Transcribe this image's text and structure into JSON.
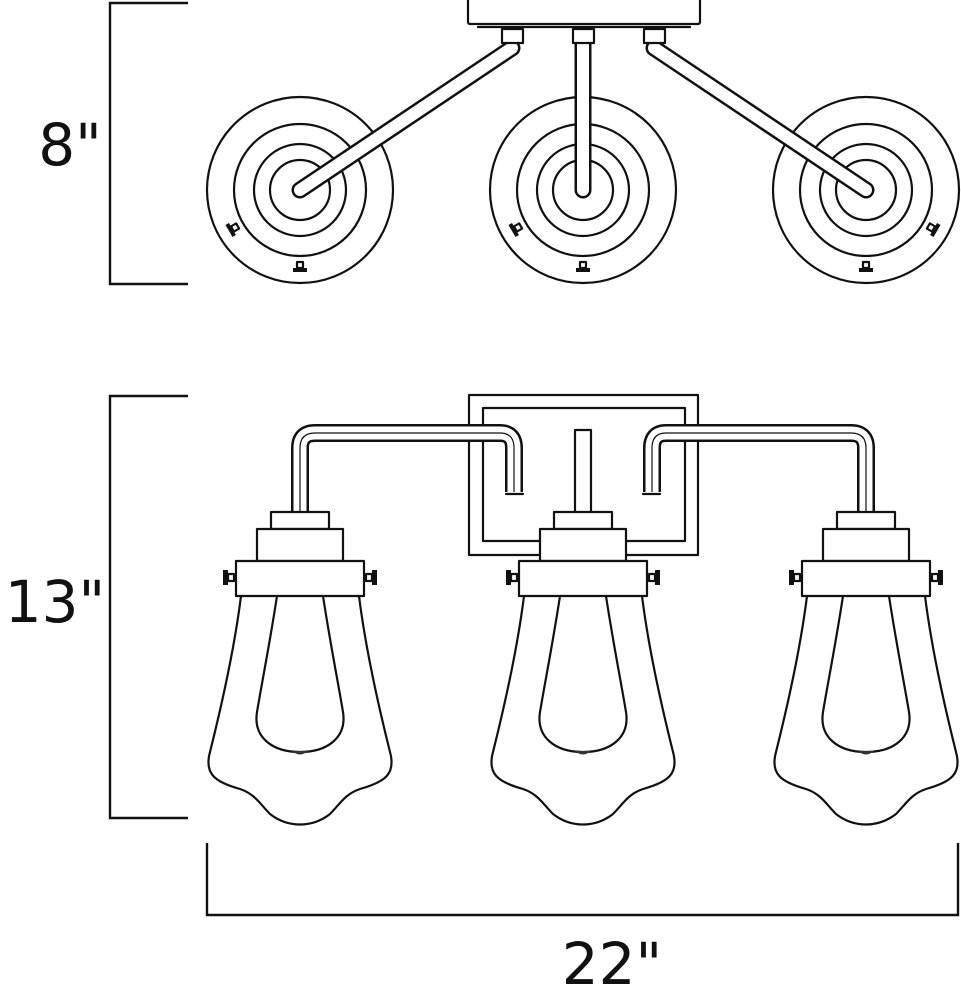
{
  "dimensions": {
    "depth_label": "8\"",
    "height_label": "13\"",
    "width_label": "22\""
  },
  "views": {
    "top": {
      "fixture_count": 3
    },
    "front": {
      "fixture_count": 3
    }
  },
  "colors": {
    "line": "#111111",
    "background": "#ffffff"
  }
}
